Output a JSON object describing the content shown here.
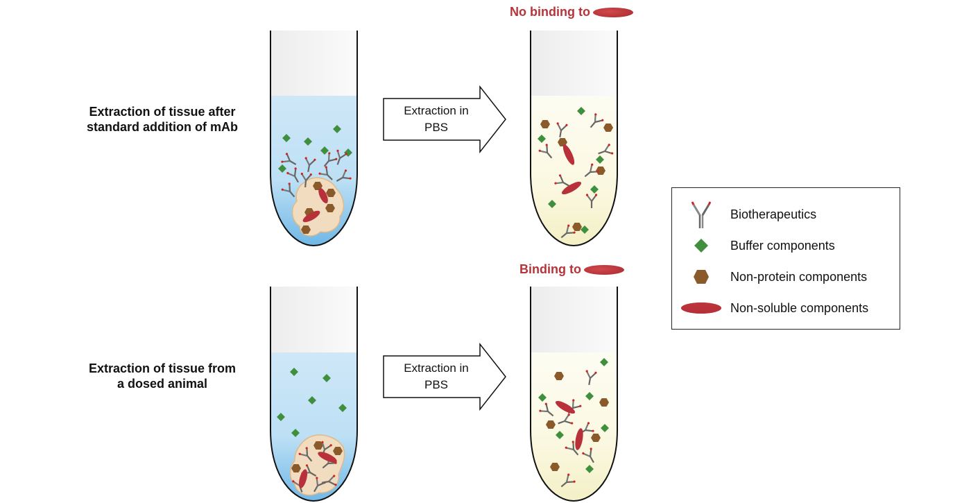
{
  "rows": [
    {
      "label_line1": "Extraction of tissue after",
      "label_line2": "standard addition of mAb",
      "arrow_line1": "Extraction in",
      "arrow_line2": "PBS",
      "result_heading": "No binding to"
    },
    {
      "label_line1": "Extraction of tissue from",
      "label_line2": "a dosed animal",
      "arrow_line1": "Extraction in",
      "arrow_line2": "PBS",
      "result_heading": "Binding to"
    }
  ],
  "legend": {
    "items": [
      {
        "label": "Biotherapeutics",
        "icon": "antibody-icon"
      },
      {
        "label": "Buffer components",
        "icon": "green-diamond-icon"
      },
      {
        "label": "Non-protein components",
        "icon": "brown-hexagon-icon"
      },
      {
        "label": "Non-soluble components",
        "icon": "red-oval-icon"
      }
    ]
  },
  "colors": {
    "heading": "#b5343a",
    "buffer": "#3f8f3f",
    "non_protein": "#8a5a2b",
    "non_soluble": "#b8303a",
    "antibody": "#666666",
    "antibody_tip": "#d42020",
    "pbs_liquid": "#c6e3f6",
    "extract_liquid": "#fbf9e4",
    "tissue": "#f1dcc0"
  }
}
